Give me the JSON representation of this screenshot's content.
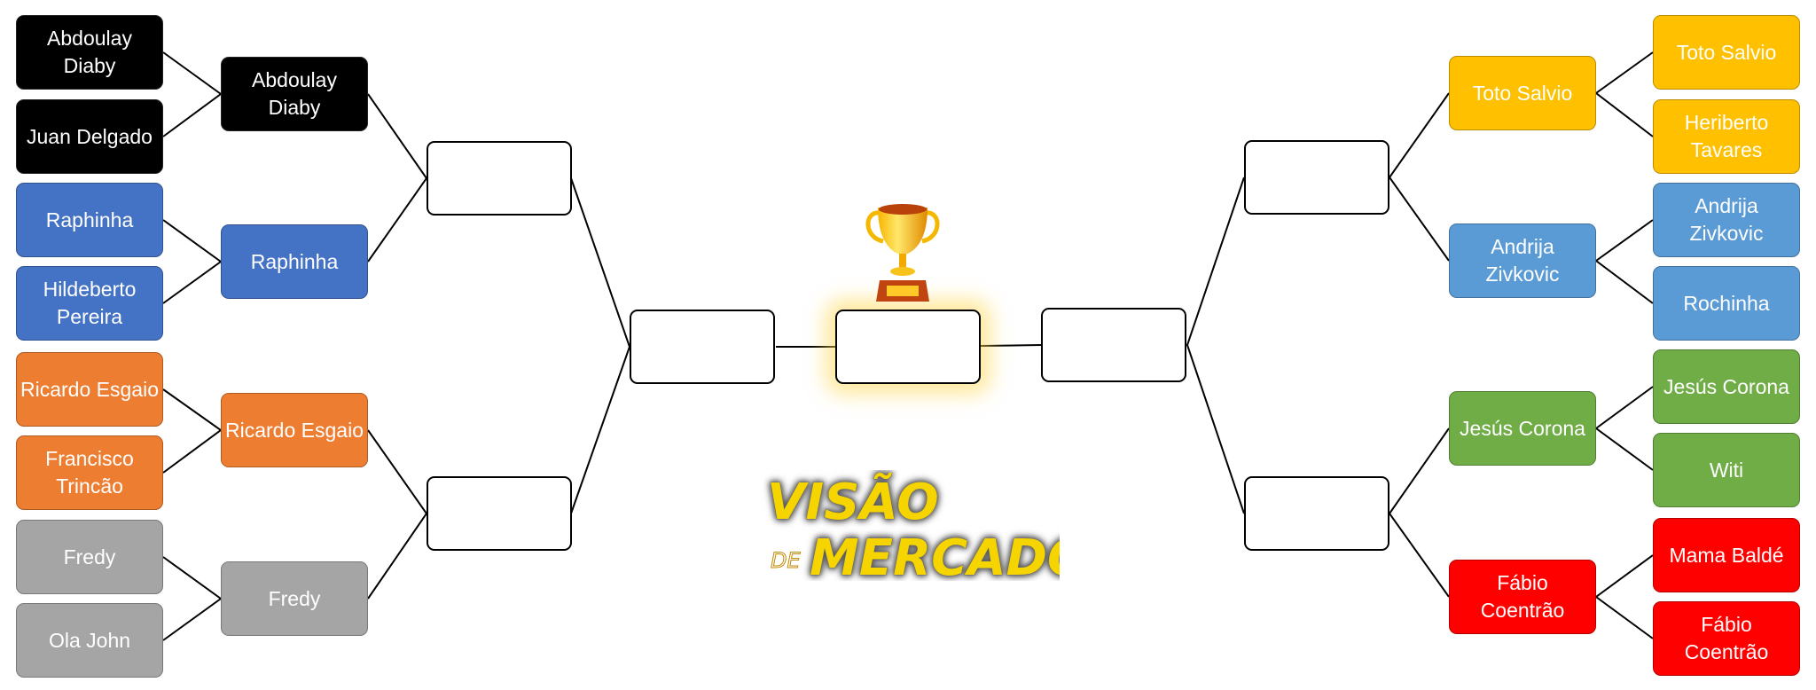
{
  "left": {
    "round1": [
      "Abdoulay Diaby",
      "Juan Delgado",
      "Raphinha",
      "Hildeberto Pereira",
      "Ricardo Esgaio",
      "Francisco Trincão",
      "Fredy",
      "Ola John"
    ],
    "round2": [
      "Abdoulay Diaby",
      "Raphinha",
      "Ricardo Esgaio",
      "Fredy"
    ]
  },
  "right": {
    "round1": [
      "Toto Salvio",
      "Heriberto Tavares",
      "Andrija Zivkovic",
      "Rochinha",
      "Jesús Corona",
      "Witi",
      "Mama Baldé",
      "Fábio Coentrão"
    ],
    "round2": [
      "Toto Salvio",
      "Andrija Zivkovic",
      "Jesús Corona",
      "Fábio Coentrão"
    ]
  },
  "logo": {
    "line1": "VISÃO",
    "small": "DE",
    "line2": "MERCADO"
  },
  "colors": {
    "black": "#000000",
    "blue": "#4472c4",
    "orange": "#ed7d31",
    "gray": "#a5a5a5",
    "yellow": "#ffc000",
    "light_blue": "#5b9bd5",
    "green": "#70ad47",
    "red": "#ff0000"
  }
}
